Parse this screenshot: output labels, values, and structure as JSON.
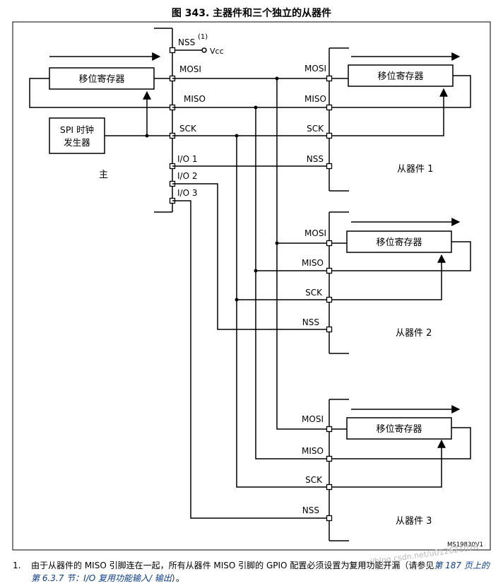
{
  "figure_title": "图 343. 主器件和三个独立的从器件",
  "master": {
    "label": "主",
    "shift_register": "移位寄存器",
    "clock_gen_line1": "SPI 时钟",
    "clock_gen_line2": "发生器",
    "pins": {
      "nss": "NSS",
      "nss_note": "(1)",
      "vcc": "Vcc",
      "mosi": "MOSI",
      "miso": "MISO",
      "sck": "SCK",
      "io1": "I/O 1",
      "io2": "I/O 2",
      "io3": "I/O 3"
    }
  },
  "slaves": [
    {
      "label": "从器件 1",
      "shift_register": "移位寄存器",
      "mosi": "MOSI",
      "miso": "MISO",
      "sck": "SCK",
      "nss": "NSS"
    },
    {
      "label": "从器件 2",
      "shift_register": "移位寄存器",
      "mosi": "MOSI",
      "miso": "MISO",
      "sck": "SCK",
      "nss": "NSS"
    },
    {
      "label": "从器件 3",
      "shift_register": "移位寄存器",
      "mosi": "MOSI",
      "miso": "MISO",
      "sck": "SCK",
      "nss": "NSS"
    }
  ],
  "figure_code": "MS19830V1",
  "watermark": "https://blog.csdn.net/u012621078",
  "footnote": {
    "number": "1.",
    "text_before": "由于从器件的 MISO 引脚连在一起，所有从器件 MISO 引脚的 GPIO 配置必须设置为复用功能开漏（请参见",
    "reference": "第 187 页上的第 6.3.7 节：I/O 复用功能输入/ 输出",
    "text_after": "）。"
  }
}
